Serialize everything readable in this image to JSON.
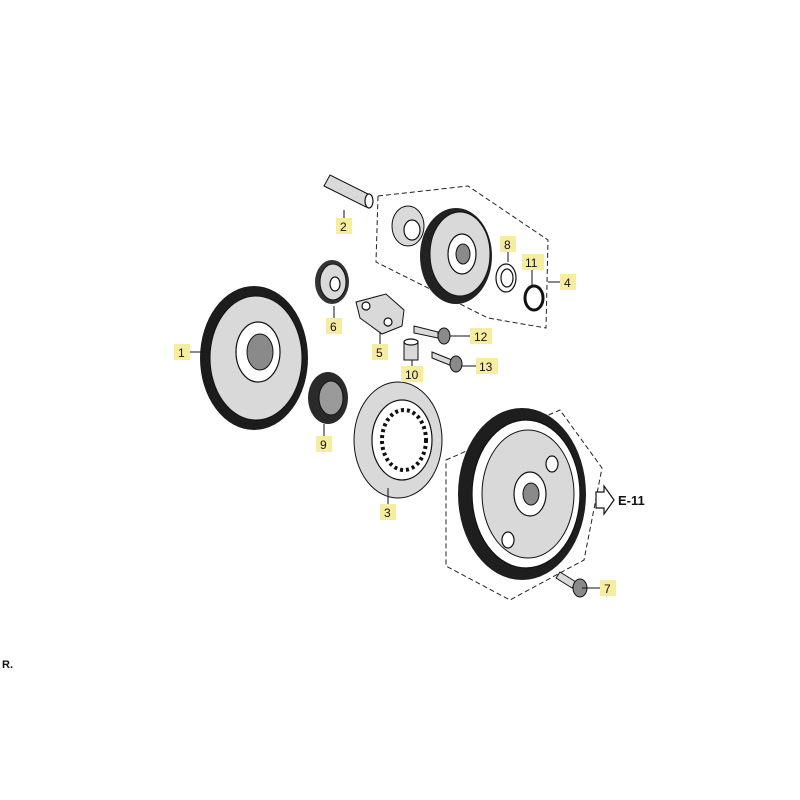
{
  "diagram": {
    "callouts": [
      {
        "id": "1",
        "label": "1"
      },
      {
        "id": "2",
        "label": "2"
      },
      {
        "id": "3",
        "label": "3"
      },
      {
        "id": "4",
        "label": "4"
      },
      {
        "id": "5",
        "label": "5"
      },
      {
        "id": "6",
        "label": "6"
      },
      {
        "id": "7",
        "label": "7"
      },
      {
        "id": "8",
        "label": "8"
      },
      {
        "id": "9",
        "label": "9"
      },
      {
        "id": "10",
        "label": "10"
      },
      {
        "id": "11",
        "label": "11"
      },
      {
        "id": "12",
        "label": "12"
      },
      {
        "id": "13",
        "label": "13"
      }
    ],
    "reference": {
      "label": "E-11"
    },
    "corner_mark": "R.",
    "colors": {
      "tag_fill": "#f6eda0",
      "line": "#111111"
    }
  }
}
